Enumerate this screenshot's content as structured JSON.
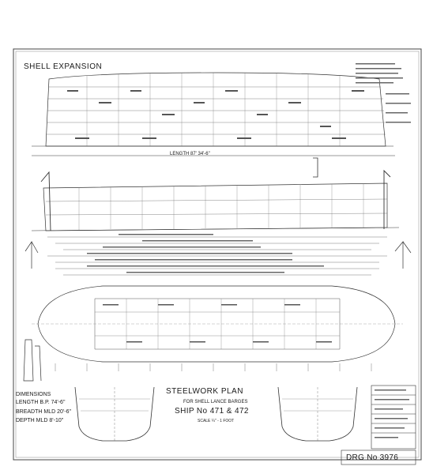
{
  "drawing": {
    "title_shell": "SHELL EXPANSION",
    "title_plan": "STEELWORK PLAN",
    "subtitle": "FOR SHELL LANCE BARGES",
    "ship": "SHIP No 471 & 472",
    "scale": "SCALE ¼\" - 1 FOOT",
    "drawing_number": "DRG No 3976",
    "length_label": "LENGTH 87' 34'-6\""
  },
  "dimensions": {
    "heading": "DIMENSIONS",
    "length": "LENGTH B.P. 74'-6\"",
    "breadth": "BREADTH MLD 20'-6\"",
    "depth": "DEPTH MLD 8'-10\""
  },
  "colors": {
    "ink": "#2a2a2a",
    "paper": "#ffffff",
    "frame": "#444444"
  }
}
